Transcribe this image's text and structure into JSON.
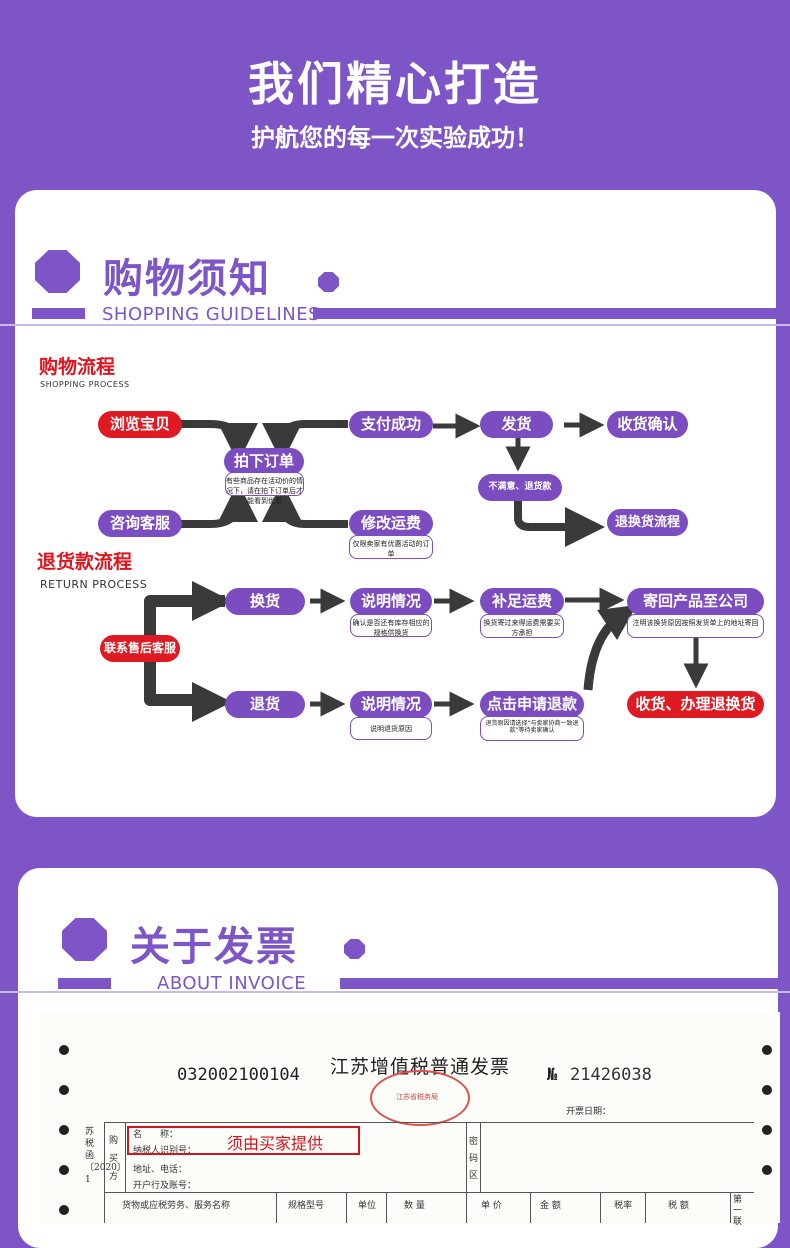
{
  "hero": {
    "title": "我们精心打造",
    "subtitle": "护航您的每一次实验成功！"
  },
  "shopping": {
    "title": "购物须知",
    "title_en": "SHOPPING GUIDELINES",
    "process_heading": "购物流程",
    "process_heading_en": "SHOPPING PROCESS",
    "return_heading": "退货款流程",
    "return_heading_en": "RETURN PROCESS",
    "nodes": {
      "browse": "浏览宝贝",
      "pay": "支付成功",
      "ship": "发货",
      "confirm": "收货确认",
      "order": "拍下订单",
      "order_note": "有些商品存在活动价的情况下，请在拍下订单后才能看到优惠",
      "consult": "咨询客服",
      "modify": "修改运费",
      "modify_note": "仅限卖家有优惠活动的订单",
      "unhappy": "不满意、退货款",
      "return_flow": "退换货流程",
      "contact": "联系售后客服",
      "exchange": "换货",
      "explain1": "说明情况",
      "explain1_note": "确认是否还有库存相应的规格供换货",
      "supplement": "补足运费",
      "supplement_note": "换货寄过来得运费需要买方承担",
      "sendback": "寄回产品至公司",
      "sendback_note": "注明该换货原因按照发货单上的地址寄回",
      "refund": "退货",
      "explain2": "说明情况",
      "explain2_note": "说明退货原因",
      "apply": "点击申请退款",
      "apply_note": "退货原因请选择“与卖家协商一致退款”等待卖家确认",
      "final": "收货、办理退换货"
    }
  },
  "invoice": {
    "title": "关于发票",
    "title_en": "ABOUT INVOICE",
    "code": "032002100104",
    "doc_title": "江苏增值税普通发票",
    "number_prefix": "№",
    "number": "21426038",
    "date_label": "开票日期：",
    "buyer_label": "购买方",
    "name_label": "名　　称：",
    "taxid_label": "纳税人识别号：",
    "address_label": "地址、电话：",
    "bank_label": "开户行及账号：",
    "red_note": "须由买家提供",
    "code_area": "密码区",
    "side_text": "苏税函〔2020〕1",
    "columns": [
      "货物或应税劳务、服务名称",
      "规格型号",
      "单位",
      "数 量",
      "单 价",
      "金 额",
      "税率",
      "税 额"
    ],
    "side_right": "第一联",
    "seal": "江苏省税务局"
  }
}
